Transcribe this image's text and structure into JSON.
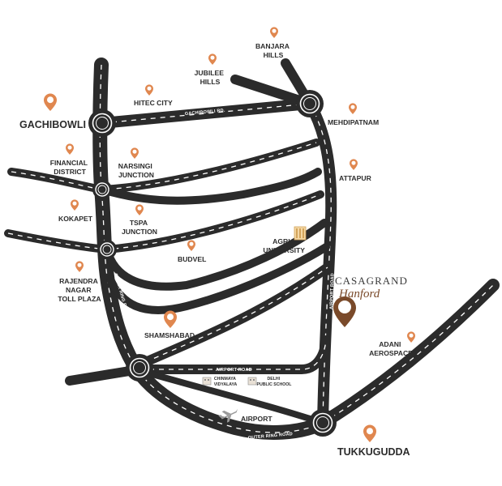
{
  "colors": {
    "road": "#2b2b2b",
    "pin": "#e0874f",
    "pin_dark": "#7a4a2a",
    "label": "#2c2c2c"
  },
  "places": {
    "banjara_hills": [
      "BANJARA",
      "HILLS"
    ],
    "jubilee_hills": [
      "JUBILEE",
      "HILLS"
    ],
    "hitec_city": "HITEC CITY",
    "gachibowli": "GACHIBOWLI",
    "mehdipatnam": "MEHDIPATNAM",
    "financial_district": [
      "FINANCIAL",
      "DISTRICT"
    ],
    "narsingi_junction": [
      "NARSINGI",
      "JUNCTION"
    ],
    "attapur": "ATTAPUR",
    "kokapet": "KOKAPET",
    "tspa_junction": [
      "TSPA",
      "JUNCTION"
    ],
    "agri_university": [
      "AGRI",
      "UNIVERSITY"
    ],
    "budvel": "BUDVEL",
    "rajendra_nagar": [
      "RAJENDRA",
      "NAGAR",
      "TOLL PLAZA"
    ],
    "shamshabad": "SHAMSHABAD",
    "adani_aerospace": [
      "ADANI",
      "AEROSPACE"
    ],
    "chinmaya_vidyalaya": [
      "CHINMAYA",
      "VIDYALAYA"
    ],
    "delhi_public_school": [
      "DELHI",
      "PUBLIC SCHOOL"
    ],
    "airport": "AIRPORT",
    "tukkugudda": "TUKKUGUDDA"
  },
  "roads": {
    "gachibowli_rd": "GACHIBOWLI RD.",
    "outer_ring_road_west": "OUTER RING ROAD",
    "outer_ring_road_south": "OUTER RING ROAD",
    "airport_road_vertical": "AIRPORT ROAD",
    "airport_road_horizontal": "AIRPORT ROAD",
    "pvnr_expressway": "PVNR EXPRESSWAY"
  },
  "brand": {
    "name": "CASAGRAND",
    "project": "Hanford"
  }
}
